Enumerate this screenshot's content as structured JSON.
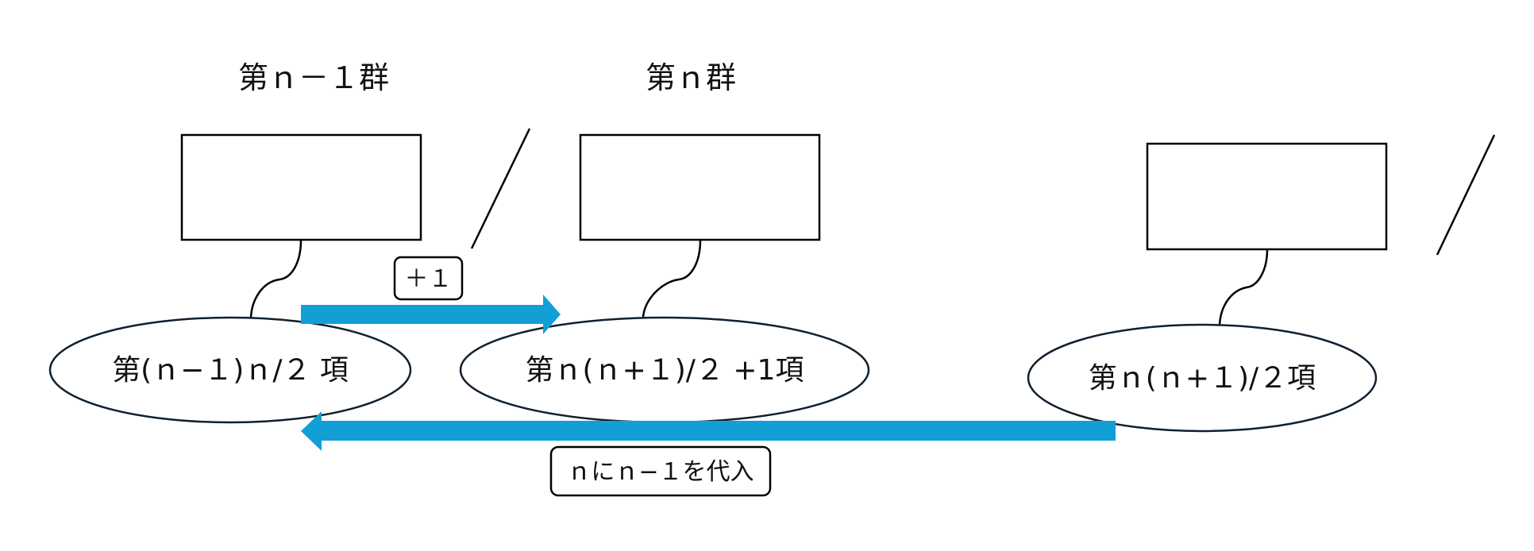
{
  "groups": {
    "prev_label": "第ｎ－１群",
    "curr_label": "第ｎ群"
  },
  "ellipses": {
    "prev_term": "第(ｎ−１)ｎ/２ 項",
    "curr_first_term": "第ｎ(ｎ+１)/２ +1項",
    "general_term": "第ｎ(ｎ+１)/２項"
  },
  "tags": {
    "plus_one": "＋１",
    "substitute": "ｎにｎ−１を代入"
  },
  "colors": {
    "arrow": "#129fd6",
    "stroke": "#000000",
    "ellipse_stroke": "#102030"
  }
}
